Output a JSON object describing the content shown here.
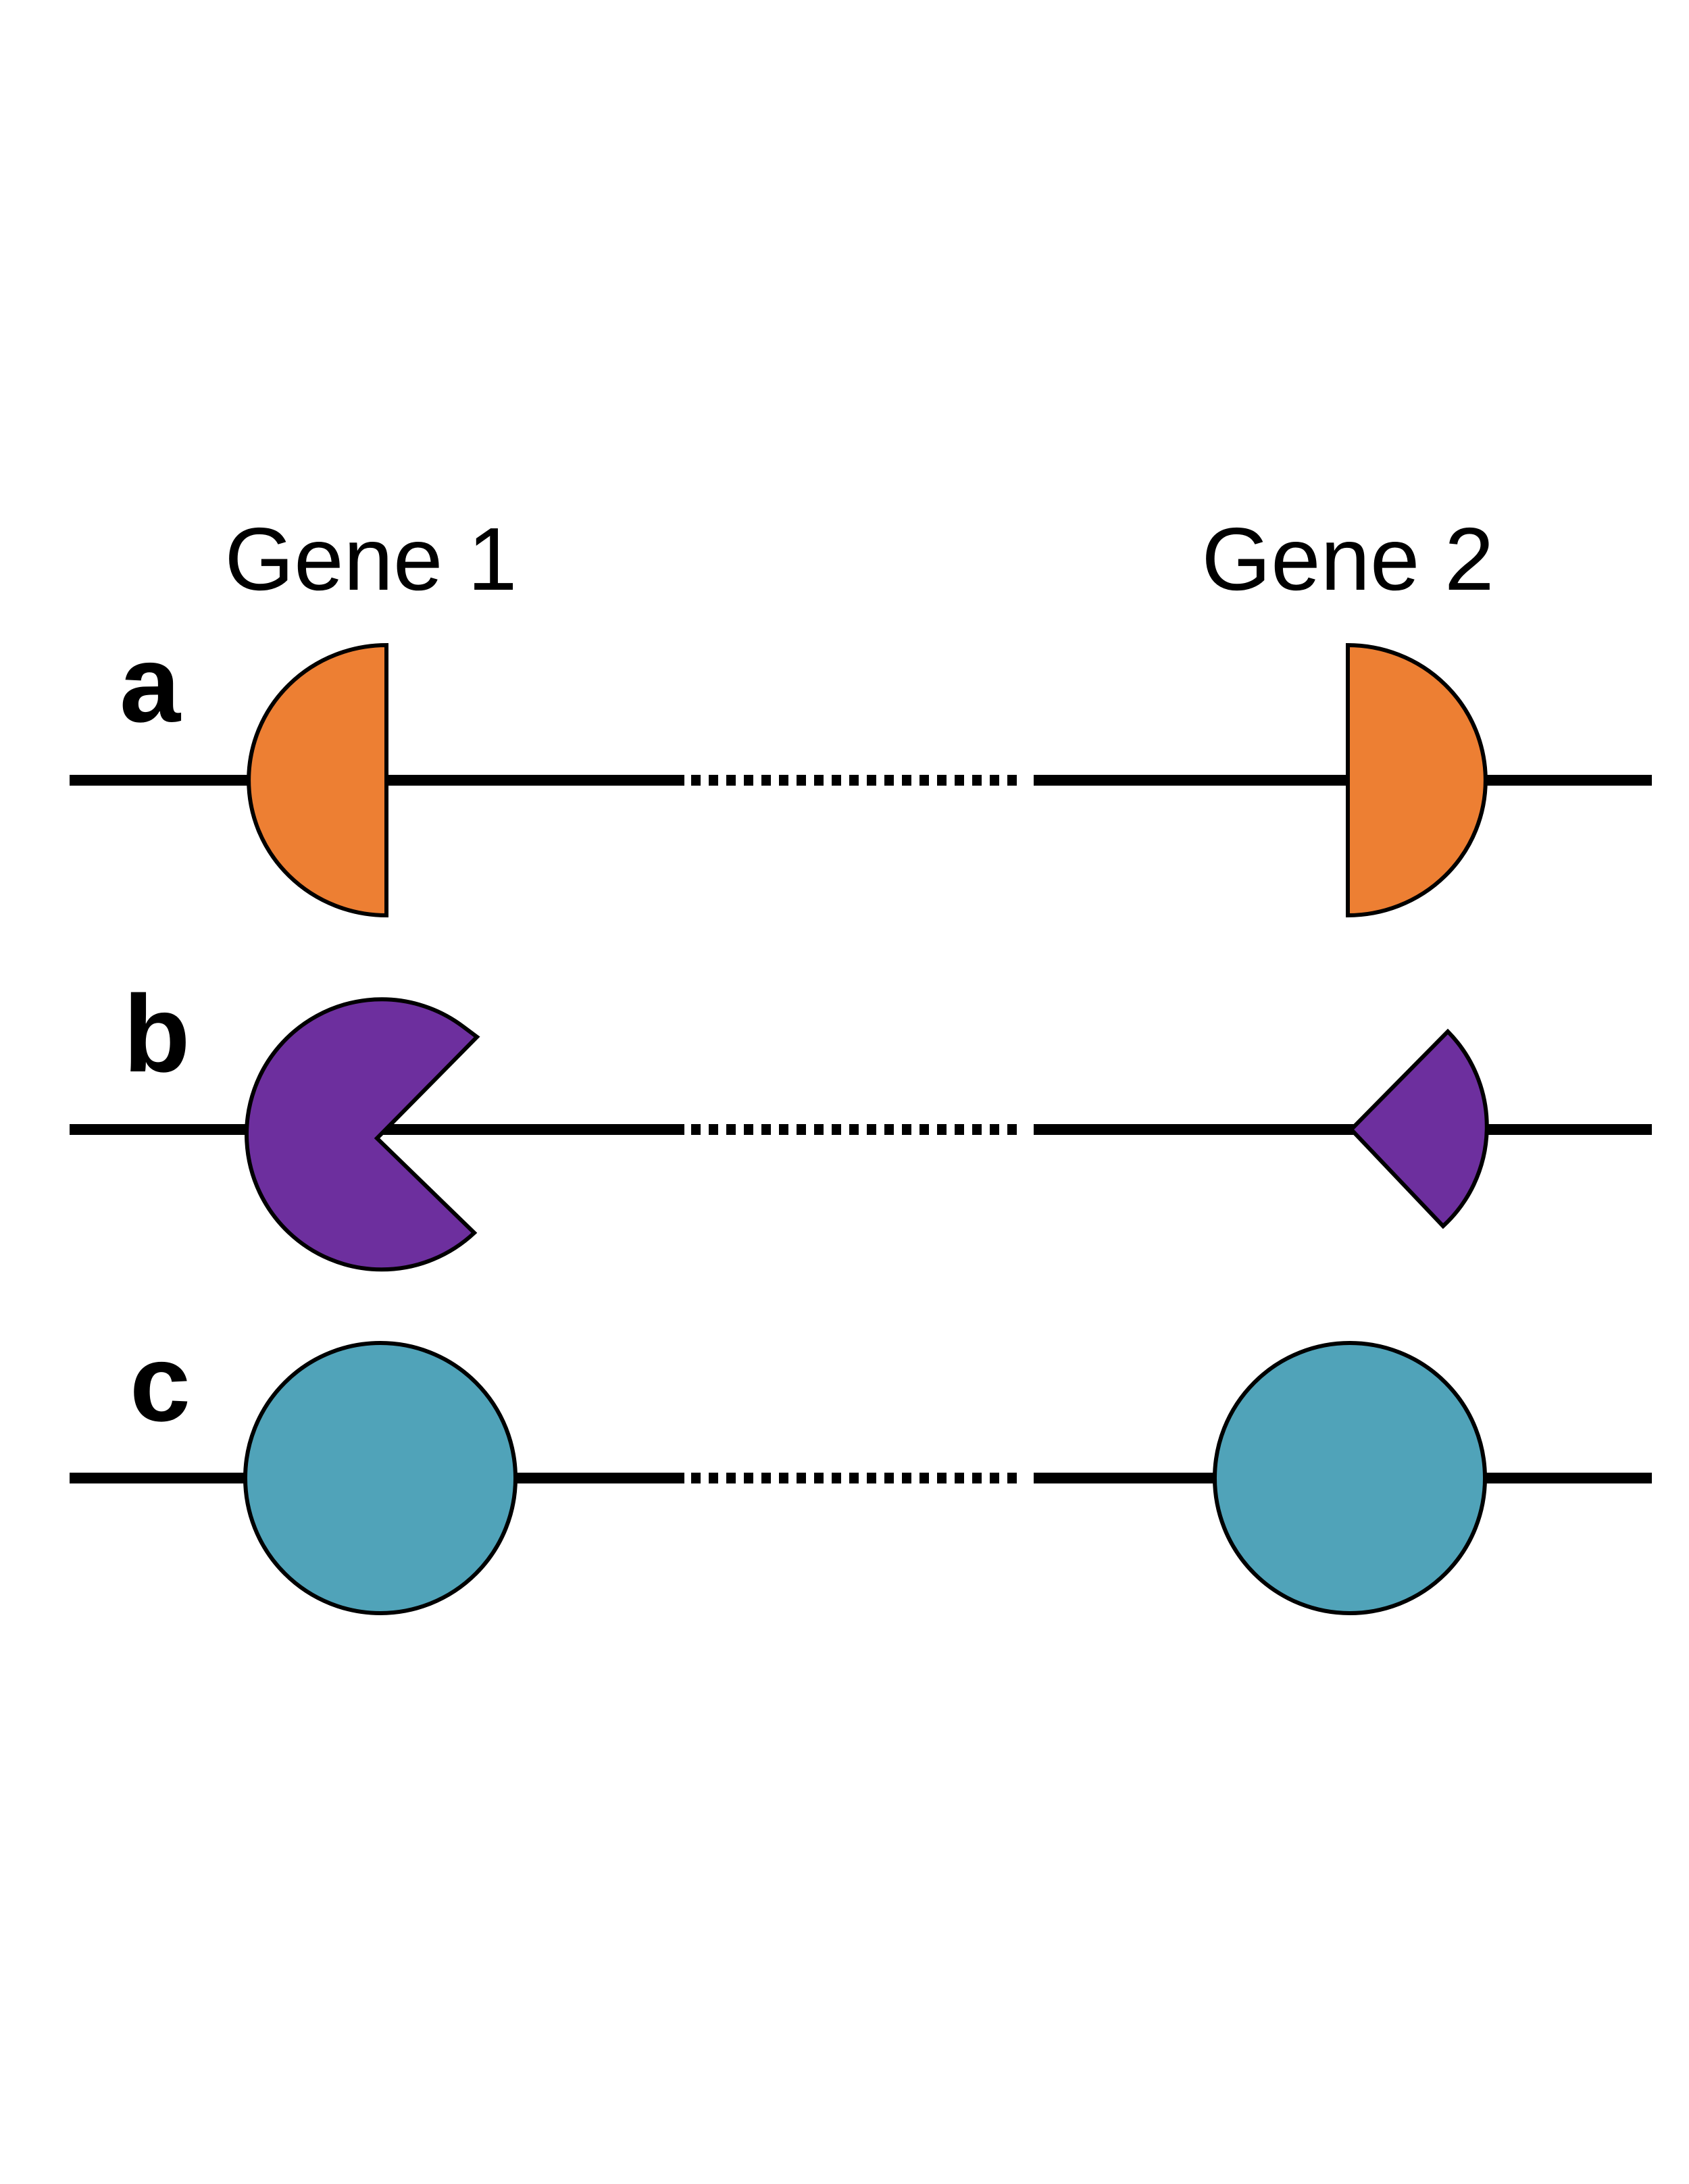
{
  "headers": {
    "gene1": "Gene 1",
    "gene2": "Gene 2"
  },
  "rows": [
    {
      "label": "a",
      "shape": "half-circle",
      "color": "#ED7F33"
    },
    {
      "label": "b",
      "shape": "pacman-and-wedge",
      "color": "#6D2F9E"
    },
    {
      "label": "c",
      "shape": "circle",
      "color": "#50A3B9"
    }
  ]
}
